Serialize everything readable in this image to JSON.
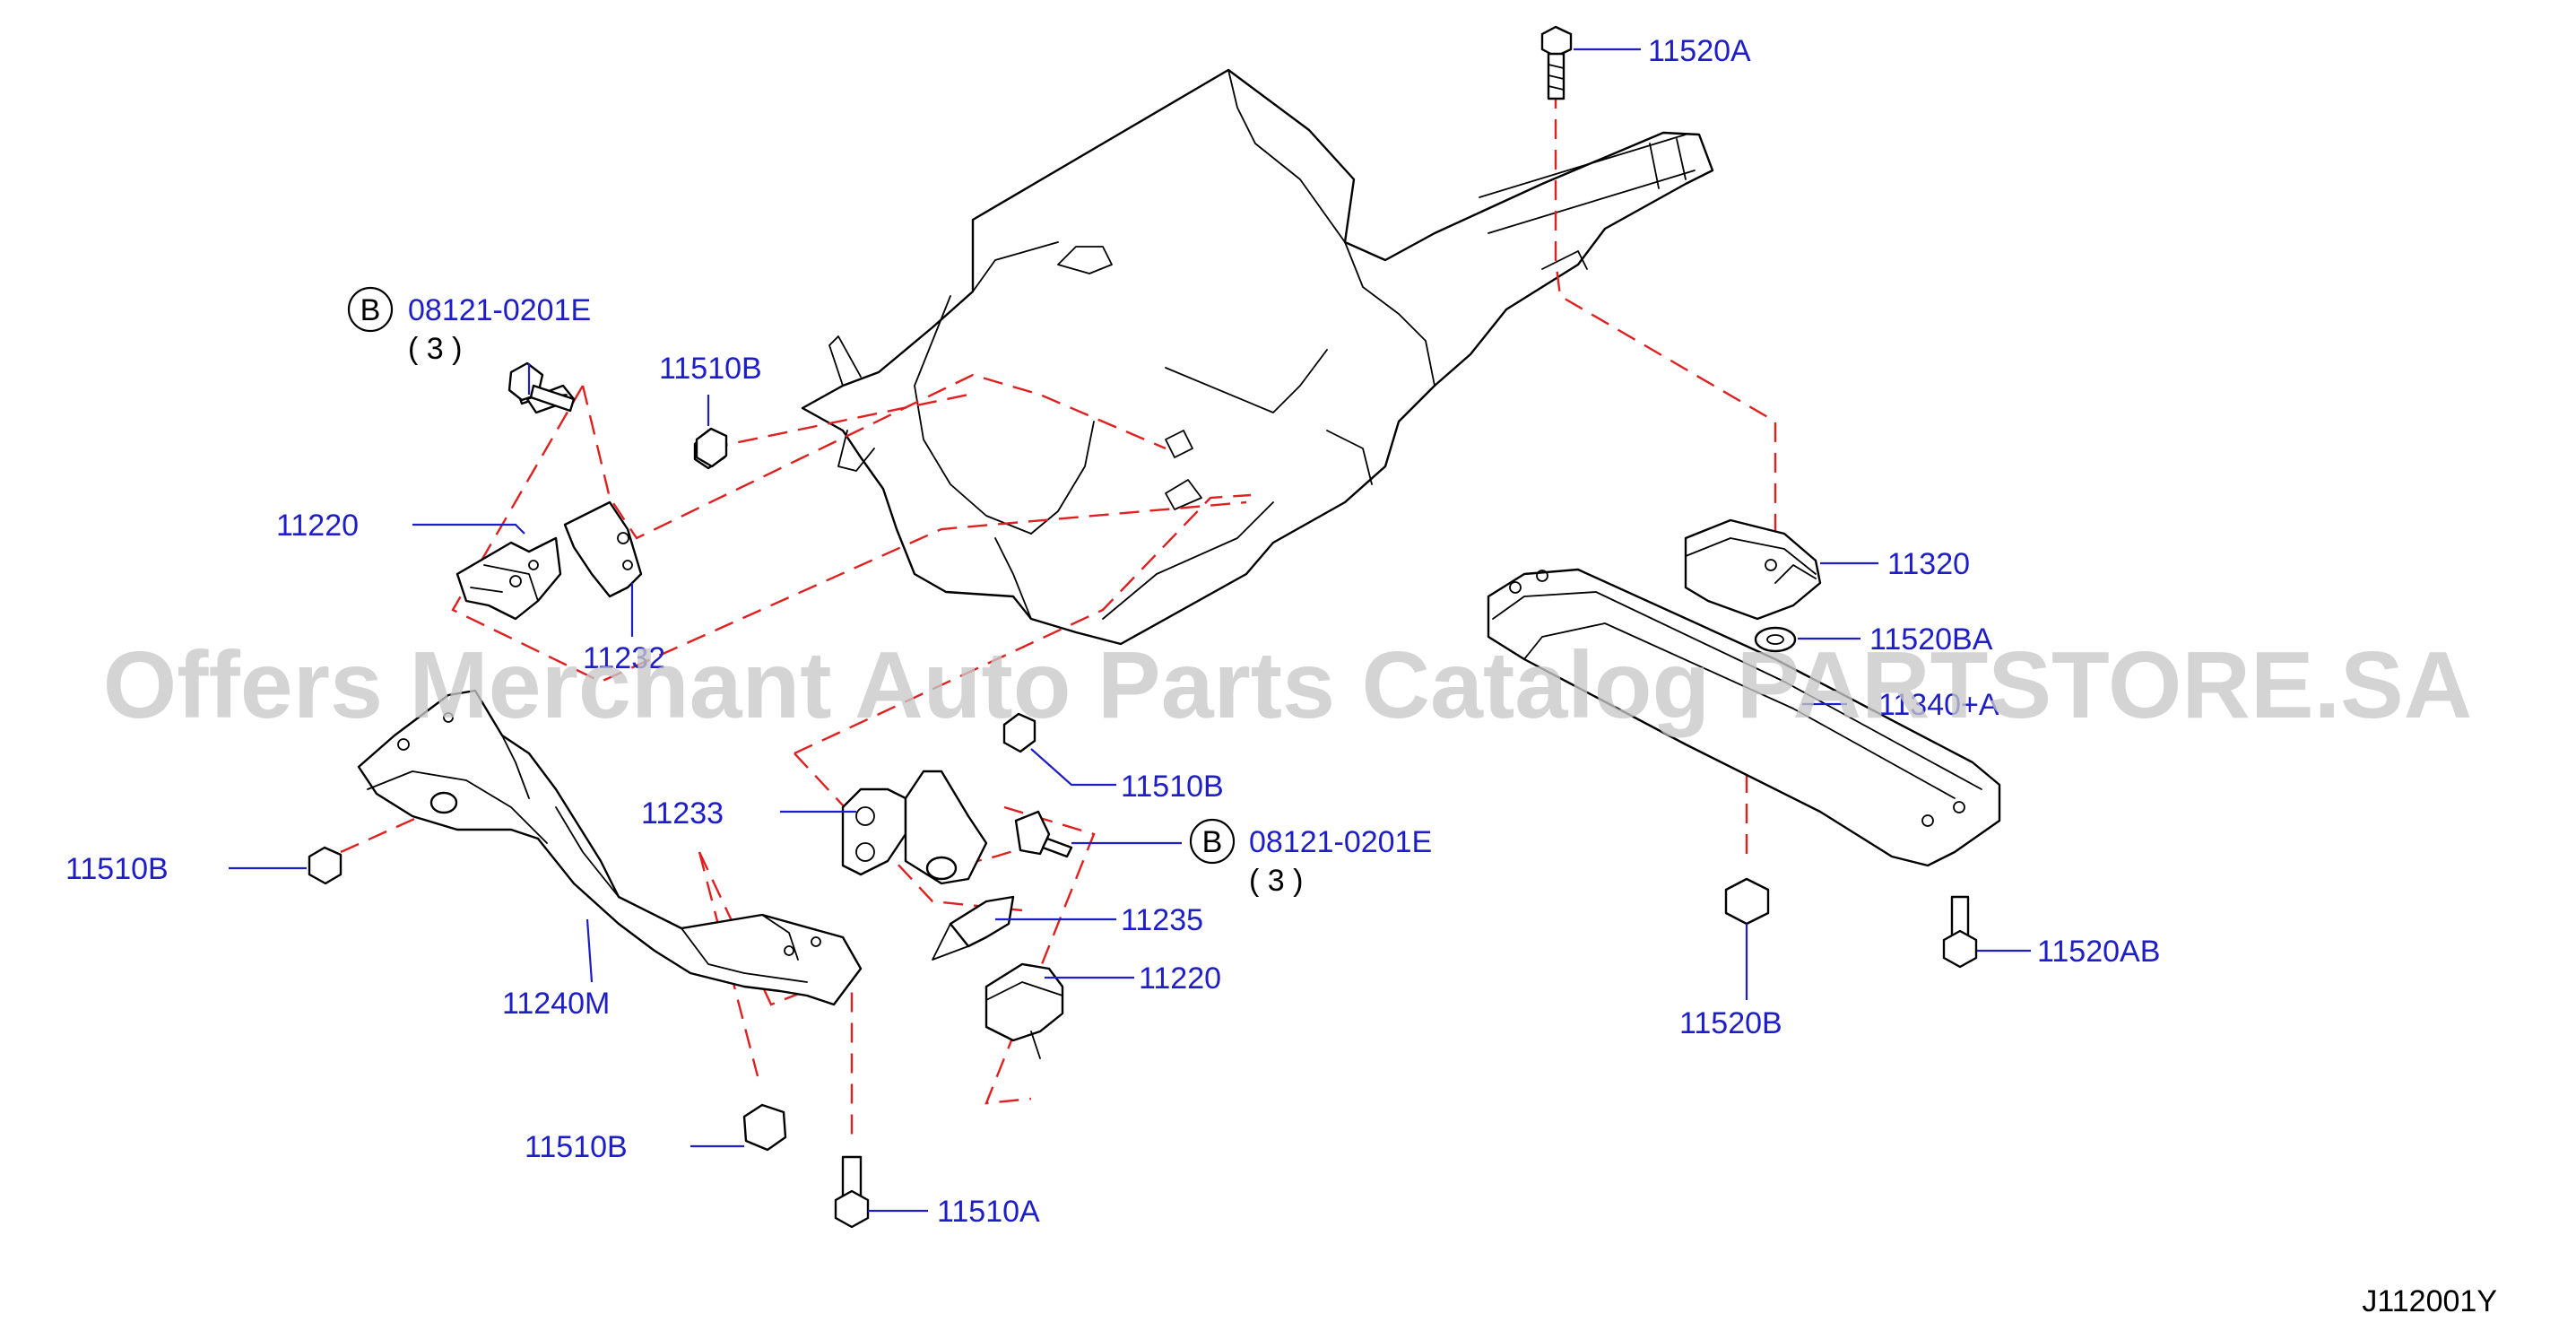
{
  "watermark": "Offers Merchant Auto Parts Catalog PARTSTORE.SA",
  "diagram_code": "J112001Y",
  "callout_letter": "B",
  "labels": {
    "p11520A": "11520A",
    "p08121_top": "08121-0201E",
    "qty_top": "( 3 )",
    "p11510B_top": "11510B",
    "p11220_left": "11220",
    "p11232": "11232",
    "p11320": "11320",
    "p11520BA": "11520BA",
    "p11340": "11340+A",
    "p11233": "11233",
    "p11510B_mid": "11510B",
    "p08121_mid": "08121-0201E",
    "qty_mid": "( 3 )",
    "p11510B_left": "11510B",
    "p11235": "11235",
    "p11220_right": "11220",
    "p11240M": "11240M",
    "p11510B_bottom": "11510B",
    "p11510A": "11510A",
    "p11520B": "11520B",
    "p11520AB": "11520AB"
  },
  "colors": {
    "label": "#1e1ec8",
    "dashed_guide": "#e02020",
    "outline": "#000000",
    "watermark": "#c8c8c8"
  }
}
